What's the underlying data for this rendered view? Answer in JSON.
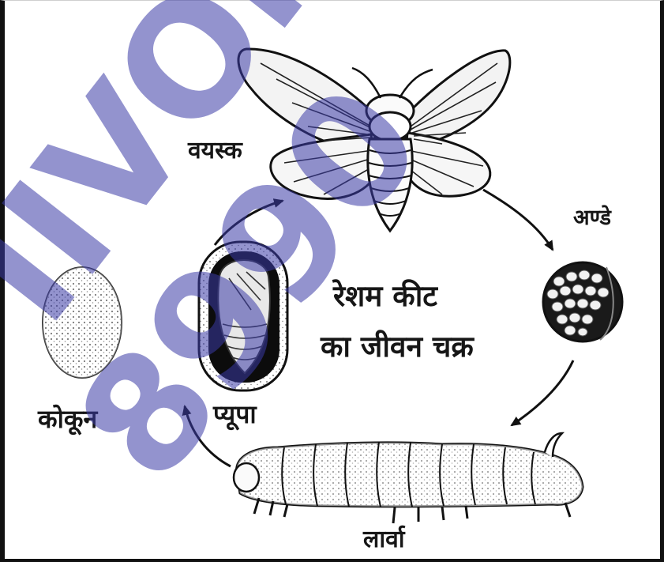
{
  "diagram": {
    "title_line1": "रेशम कीट",
    "title_line2": "का जीवन चक्र",
    "labels": {
      "adult": "वयस्क",
      "eggs": "अण्डे",
      "larva": "लार्वा",
      "pupa": "प्यूपा",
      "cocoon": "कोकून"
    }
  },
  "watermark": {
    "text_top": "IIVOM",
    "text_bottom": "8990",
    "color": "#3a3aa6"
  }
}
